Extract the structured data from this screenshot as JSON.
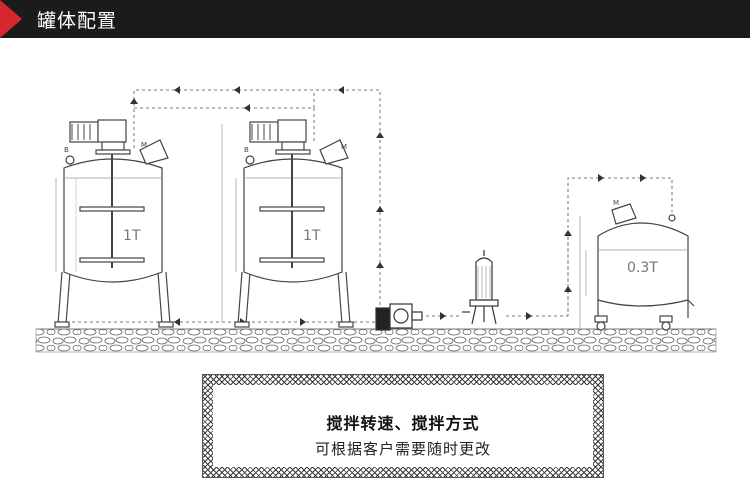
{
  "header": {
    "title": "罐体配置"
  },
  "diagram": {
    "tank1_label": "1T",
    "tank2_label": "1T",
    "tank3_label": "0.3T",
    "marker_b1": "B",
    "marker_m1": "M",
    "marker_b2": "B",
    "marker_m2": "M",
    "marker_m3": "M"
  },
  "note": {
    "title": "搅拌转速、搅拌方式",
    "subtitle": "可根据客户需要随时更改"
  },
  "colors": {
    "header_bg": "#1b1b1b",
    "header_accent": "#d8262f"
  }
}
